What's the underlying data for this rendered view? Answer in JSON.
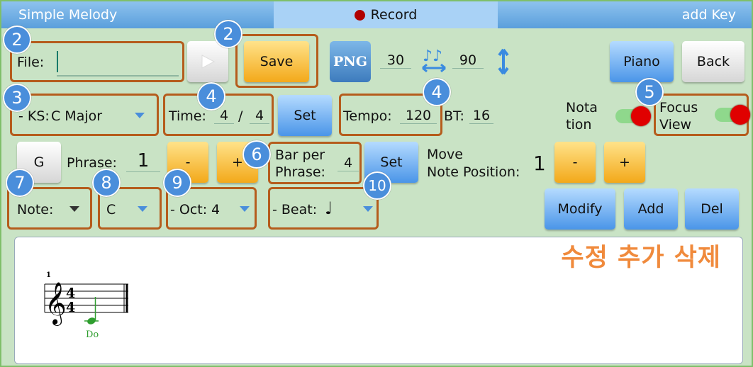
{
  "header": {
    "title": "Simple Melody",
    "record_label": "Record",
    "right_label": "add Key"
  },
  "badges": [
    "2",
    "2",
    "3",
    "4",
    "4",
    "5",
    "6",
    "7",
    "8",
    "9",
    "10"
  ],
  "file": {
    "label": "File:",
    "value": ""
  },
  "save_label": "Save",
  "png_label": "PNG",
  "speed": {
    "left": "30",
    "right": "90"
  },
  "buttons": {
    "piano": "Piano",
    "back": "Back",
    "set": "Set",
    "minus": "-",
    "plus": "+",
    "modify": "Modify",
    "add": "Add",
    "del": "Del",
    "g": "G"
  },
  "key_sig": {
    "label": "- KS:",
    "value": "C Major"
  },
  "time": {
    "label": "Time:",
    "num": "4",
    "sep": "/",
    "den": "4"
  },
  "tempo": {
    "label": "Tempo:",
    "value": "120",
    "bt_label": "BT:",
    "bt_value": "16"
  },
  "notation": {
    "line1": "Nota",
    "line2": "tion"
  },
  "focus": {
    "line1": "Focus",
    "line2": "View"
  },
  "phrase": {
    "label": "Phrase:",
    "value": "1"
  },
  "bar_per_phrase": {
    "line1": "Bar per",
    "line2": "Phrase:",
    "value": "4"
  },
  "move": {
    "line1": "Move",
    "line2": "Note Position:",
    "value": "1"
  },
  "note": {
    "label": "Note:"
  },
  "pitch": {
    "value": "C"
  },
  "octave": {
    "label": "- Oct:",
    "value": "4"
  },
  "beat": {
    "label": "- Beat:",
    "glyph": "♩"
  },
  "annotation_ko": "수정   추가 삭제",
  "score": {
    "measure_number": "1",
    "time_num": "4",
    "time_den": "4",
    "note_label": "Do",
    "note_color": "#2f9e2f"
  },
  "colors": {
    "accent_blue": "#4a8edb",
    "highlight_orange": "#b55c1c",
    "korean_text": "#f08a3c",
    "background": "#c9e3c5"
  }
}
